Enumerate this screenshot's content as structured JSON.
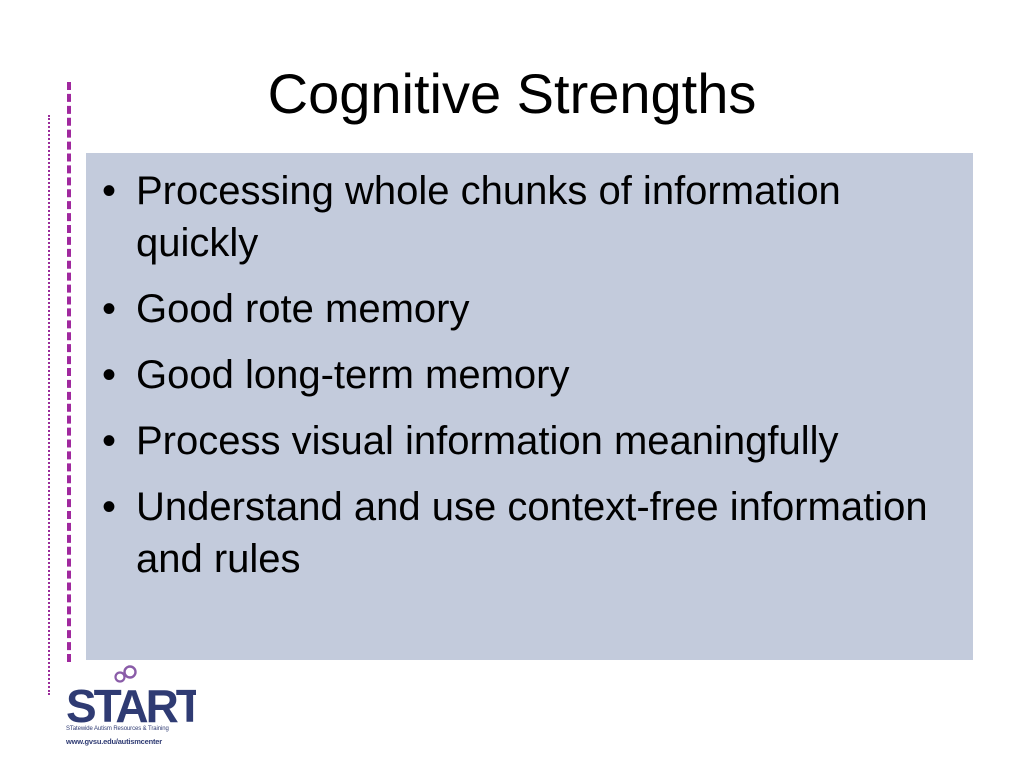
{
  "slide": {
    "title": "Cognitive Strengths",
    "bullet_glyph": "•",
    "bullets": [
      "Processing whole chunks of information quickly",
      "Good rote memory",
      "Good long-term memory",
      "Process visual information meaningfully",
      "Understand and use context-free information and rules"
    ]
  },
  "logo": {
    "name": "START",
    "subtitle": "STatewide Autism Resources & Training",
    "url": "www.gvsu.edu/autismcenter"
  },
  "colors": {
    "content_box": "#c3cbdc",
    "decor_lines": "#a0289e",
    "logo_navy": "#2f3b73",
    "logo_purple": "#8a5ca8"
  }
}
